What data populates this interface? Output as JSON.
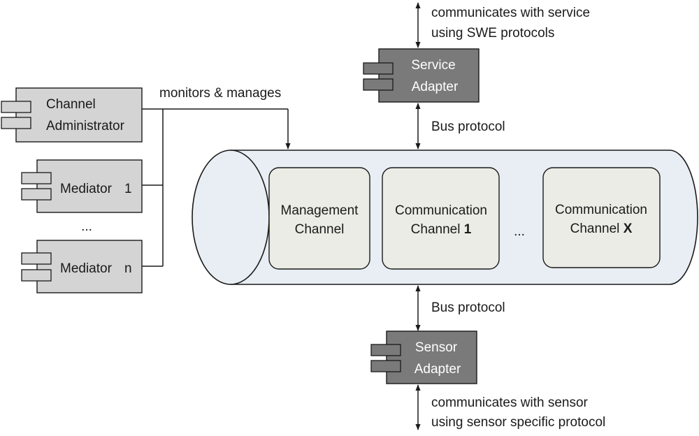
{
  "colors": {
    "light_component": "#d4d4d4",
    "dark_component": "#7a7a7a",
    "bus_fill": "#e8eef3",
    "channel_fill": "#ecece6",
    "stroke": "#1a1a1a"
  },
  "labels": {
    "monitors": "monitors & manages",
    "bus_top": "Bus protocol",
    "bus_bottom": "Bus protocol",
    "service_comm_1": "communicates with service",
    "service_comm_2": "using SWE protocols",
    "sensor_comm_1": "communicates with sensor",
    "sensor_comm_2": "using sensor specific protocol",
    "mediator_ellipsis": "...",
    "channel_ellipsis": "..."
  },
  "components": {
    "channel_admin": {
      "line1": "Channel",
      "line2": "Administrator"
    },
    "mediator_1": {
      "name": "Mediator",
      "index": "1"
    },
    "mediator_n": {
      "name": "Mediator",
      "index": "n"
    },
    "service_adapter": {
      "line1": "Service",
      "line2": "Adapter"
    },
    "sensor_adapter": {
      "line1": "Sensor",
      "line2": "Adapter"
    }
  },
  "channels": {
    "management": {
      "line1": "Management",
      "line2": "Channel"
    },
    "comm_1": {
      "line1": "Communication",
      "line2": "Channel",
      "index": "1"
    },
    "comm_x": {
      "line1": "Communication",
      "line2": "Channel",
      "index": "X"
    }
  }
}
